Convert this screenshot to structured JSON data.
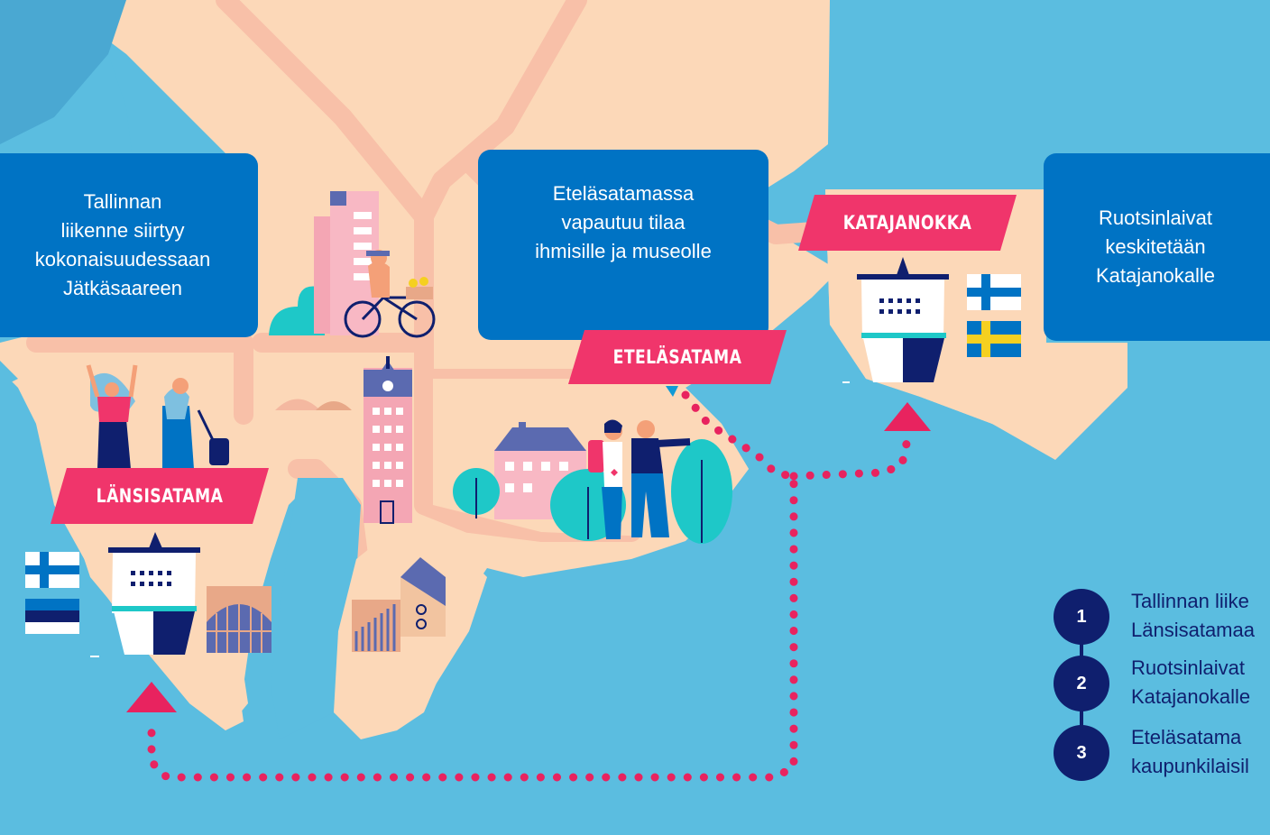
{
  "colors": {
    "sea": "#5bbde0",
    "land": "#fcd8b8",
    "road": "#f8c0a8",
    "box": "#0073c4",
    "tag": "#f0356b",
    "route": "#e8235f",
    "navy": "#0f1f6e"
  },
  "info_boxes": [
    {
      "id": "tallinn",
      "lines": [
        "Tallinnan",
        "liikenne siirtyy",
        "kokonaisuudessaan",
        "Jätkäsaareen"
      ]
    },
    {
      "id": "etelasatama",
      "lines": [
        "Eteläsatamassa",
        "vapautuu tilaa",
        "ihmisille ja museolle"
      ]
    },
    {
      "id": "ruotsi",
      "lines": [
        "Ruotsinlaivat",
        "keskitetään",
        "Katajanokalle"
      ]
    }
  ],
  "harbor_tags": [
    {
      "id": "lansisatama",
      "label": "LÄNSISATAMA"
    },
    {
      "id": "etelasatama",
      "label": "ETELÄSATAMA"
    },
    {
      "id": "katajanokka",
      "label": "KATAJANOKKA"
    }
  ],
  "flags": [
    "finland-flag",
    "estonia-flag",
    "finland-flag",
    "sweden-flag"
  ],
  "legend": [
    {
      "number": "1",
      "lines": [
        "Tallinnan liike",
        "Länsisatamaa"
      ]
    },
    {
      "number": "2",
      "lines": [
        "Ruotsinlaivat",
        "Katajanokalle"
      ]
    },
    {
      "number": "3",
      "lines": [
        "Eteläsatama",
        "kaupunkilaisil"
      ]
    }
  ]
}
